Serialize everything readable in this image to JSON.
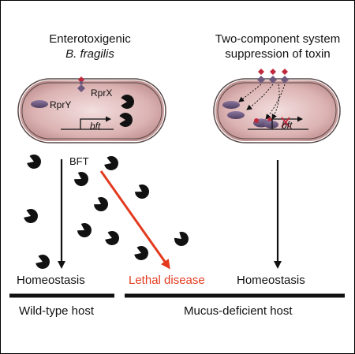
{
  "left_panel": {
    "title_line1": "Enterotoxigenic",
    "title_line2": "B. fragilis",
    "labels": {
      "rprx": "RprX",
      "rpry": "RprY",
      "gene": "bft",
      "toxin": "BFT"
    }
  },
  "right_panel": {
    "title_line1": "Two-component system",
    "title_line2": "suppression of toxin",
    "labels": {
      "gene": "bft"
    }
  },
  "outcomes": {
    "left": "Homeostasis",
    "middle": "Lethal disease",
    "right": "Homeostasis"
  },
  "hosts": {
    "wild_type": "Wild-type host",
    "mucus_deficient": "Mucus-deficient host"
  },
  "colors": {
    "cell_fill": "#c99b9b",
    "cell_stroke": "#5a4a4a",
    "protein": "#6e5a7e",
    "receptor_red": "#c0283c",
    "lethal_red": "#e33a1e",
    "toxin": "#111111"
  }
}
